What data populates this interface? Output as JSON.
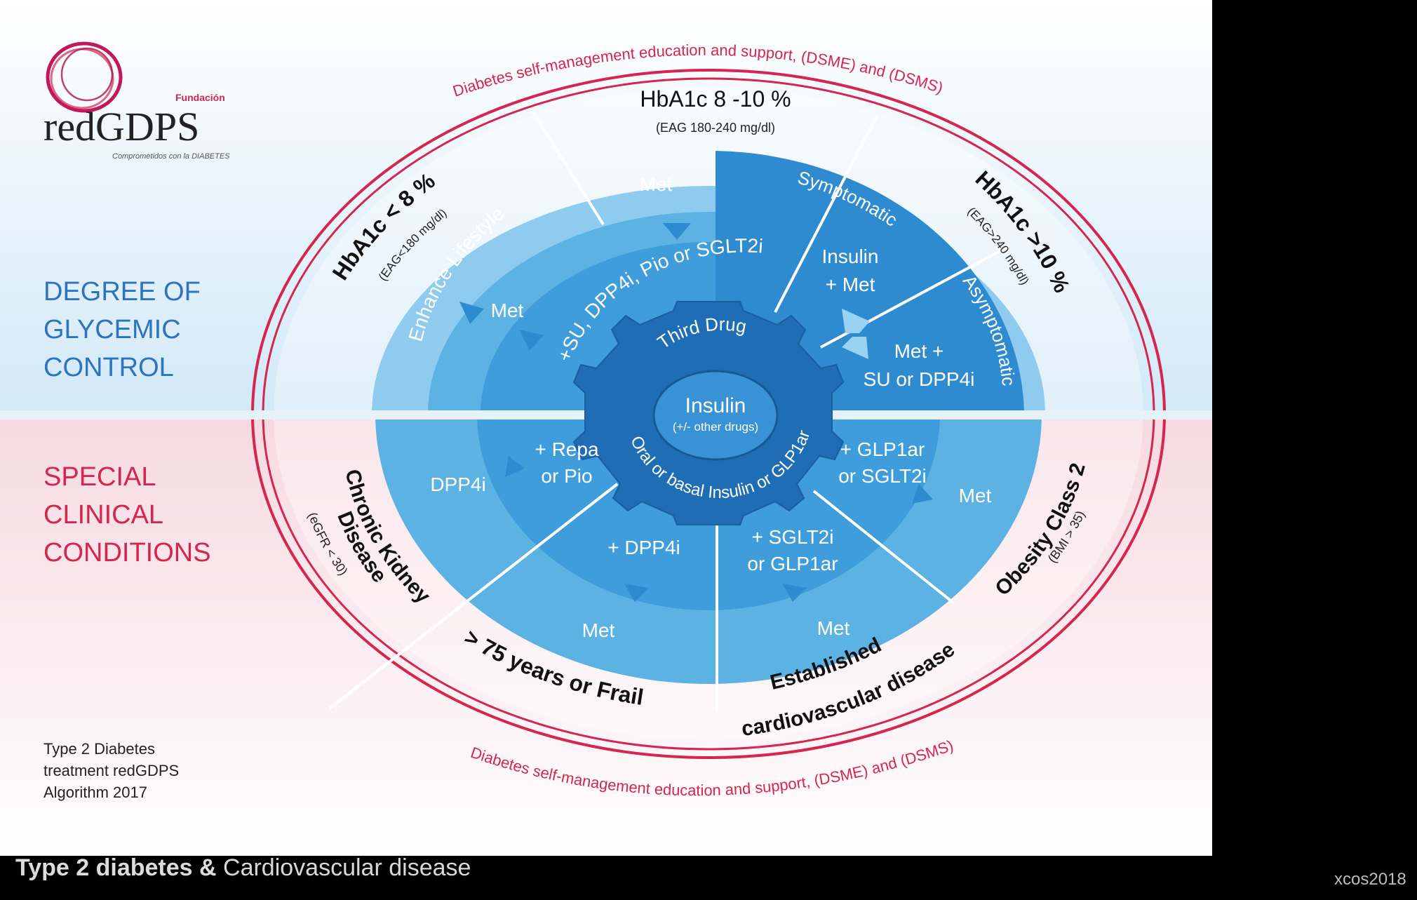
{
  "logo": {
    "foundation": "Fundación",
    "name": "redGDPS",
    "tagline": "Comprometidos con la DIABETES"
  },
  "left_labels": {
    "glycemic": [
      "DEGREE OF",
      "GLYCEMIC",
      "CONTROL"
    ],
    "special": [
      "SPECIAL",
      "CLINICAL",
      "CONDITIONS"
    ]
  },
  "algorithm_note": [
    "Type 2 Diabetes",
    "treatment redGDPS",
    "Algorithm 2017"
  ],
  "outer_text": {
    "top": "Diabetes self-management education and support, (DSME) and (DSMS)",
    "bottom": "Diabetes self-management education and support, (DSME) and (DSMS)"
  },
  "hba1c": {
    "left": {
      "main": "HbA1c < 8 %",
      "sub": "(EAG<180 mg/dl)"
    },
    "top": {
      "main": "HbA1c 8 -10 %",
      "sub": "(EAG 180-240 mg/dl)"
    },
    "right": {
      "main": "HbA1c >10 %",
      "sub": "(EAG>240 mg/dl)"
    }
  },
  "upper": {
    "enhance": "Enhance Lifestyle",
    "met_top": "Met",
    "met_left": "Met",
    "second": "+SU, DPP4i, Pio or SGLT2i",
    "symptomatic": "Symptomatic",
    "insulin_met": [
      "Insulin",
      "+ Met"
    ],
    "asymptomatic": "Asymptomatic",
    "met_su": [
      "Met +",
      "SU or DPP4i"
    ]
  },
  "center": {
    "third": "Third Drug",
    "insulin": "Insulin",
    "insulin_sub": "(+/- other drugs)",
    "oral": "Oral or basal Insulin or GLP1ar"
  },
  "lower": {
    "dpp4i": "DPP4i",
    "repa": [
      "+ Repa",
      "or Pio"
    ],
    "plus_dpp4i": "+ DPP4i",
    "met_frail": "Met",
    "sglt2i": [
      "+ SGLT2i",
      "or GLP1ar"
    ],
    "met_cvd": "Met",
    "glp1ar": [
      "+ GLP1ar",
      "or SGLT2i"
    ],
    "met_obesity": "Met"
  },
  "conditions": {
    "ckd": [
      "Chronic Kidney",
      "Disease"
    ],
    "ckd_sub": "(eGFR < 30)",
    "frail": "> 75 years or Frail",
    "cvd": [
      "Established",
      "cardiovascular disease"
    ],
    "obesity": "Obesity Class 2",
    "obesity_sub": "(BMI > 35)"
  },
  "footer": {
    "bold": "Type 2 diabetes &",
    "rest": " Cardiovascular disease"
  },
  "credit": "xcos2018",
  "colors": {
    "crimson": "#d4264f",
    "dark_blue": "#1f6db4",
    "mid_blue": "#2f8bd0",
    "light_blue": "#5cb2e2",
    "pale_blue": "#8fcbee",
    "label_blue": "#2d74c0"
  }
}
